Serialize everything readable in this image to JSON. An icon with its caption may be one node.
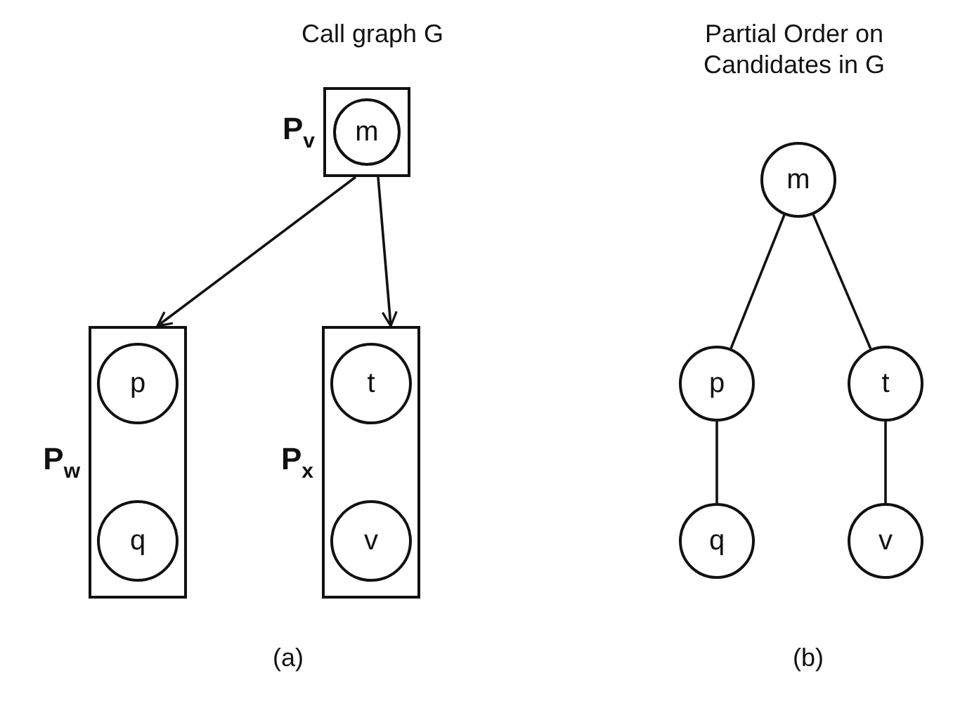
{
  "diagram": {
    "nodes": [
      {
        "text": [
          "P$_{v}$"
        ]
      },
      {
        "text": [
          "m"
        ],
        "in": 0
      },
      {
        "text": [
          "P$_{w}$"
        ]
      },
      {
        "text": [
          "p"
        ],
        "in": 2
      },
      {
        "text": [
          "q"
        ],
        "in": 2
      },
      {
        "text": [
          "P$_{x}$"
        ]
      },
      {
        "text": [
          "t"
        ],
        "in": 5
      },
      {
        "text": [
          "v"
        ],
        "in": 5
      },
      {
        "text": [
          "m"
        ]
      },
      {
        "text": [
          "p"
        ]
      },
      {
        "text": [
          "t"
        ]
      },
      {
        "text": [
          "q"
        ]
      },
      {
        "text": [
          "v"
        ]
      }
    ],
    "edges": [
      {
        "from": 0,
        "to": 2,
        "arrow": "to"
      },
      {
        "from": 0,
        "to": 5,
        "arrow": "to"
      },
      {
        "from": 8,
        "to": 9,
        "arrow": "none"
      },
      {
        "from": 8,
        "to": 10,
        "arrow": "none"
      },
      {
        "from": 9,
        "to": 11,
        "arrow": "none"
      },
      {
        "from": 10,
        "to": 12,
        "arrow": "none"
      }
    ],
    "labels": [
      "Call graph G",
      "Partial Order on Candidates in G",
      "(a)",
      "(b)"
    ]
  }
}
